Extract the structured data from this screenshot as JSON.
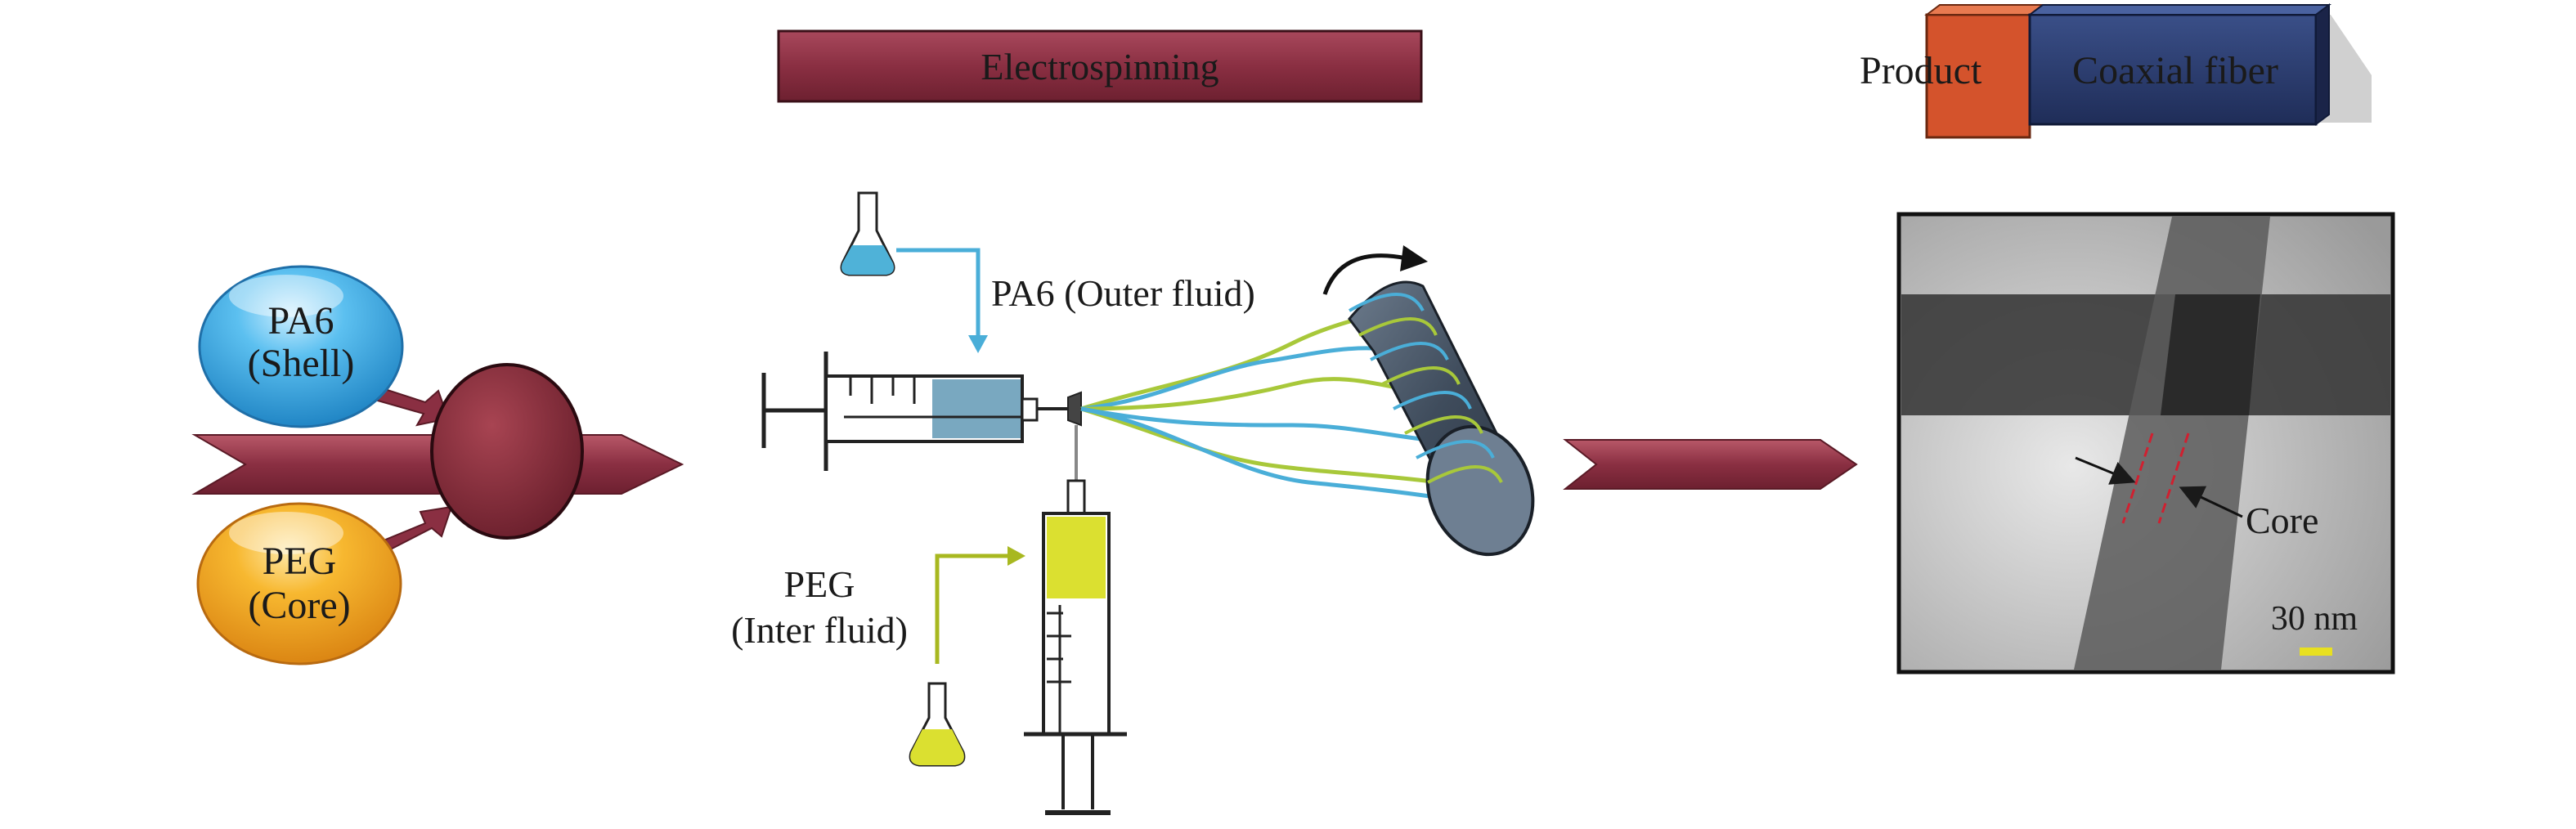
{
  "banner": {
    "label": "Electrospinning"
  },
  "legend": {
    "product_label": "Product",
    "product_value": "Coaxial fiber"
  },
  "inputs": {
    "shell": {
      "line1": "PA6",
      "line2": "(Shell)"
    },
    "core": {
      "line1": "PEG",
      "line2": "(Core)"
    }
  },
  "process": {
    "outer_fluid_label": "PA6 (Outer fluid)",
    "inner_fluid_line1": "PEG",
    "inner_fluid_line2": "(Inter fluid)"
  },
  "micrograph": {
    "core_label": "Core",
    "scale_label": "30 nm"
  },
  "colors": {
    "arrow_maroon": "#8a2f42",
    "shell_blue": "#2fa3e0",
    "core_orange": "#f0a020",
    "outer_line_blue": "#4aaed8",
    "inner_line_green": "#a8b820",
    "product_orange": "#d4532c",
    "product_navy": "#27396b",
    "scale_yellow": "#e8e020"
  }
}
